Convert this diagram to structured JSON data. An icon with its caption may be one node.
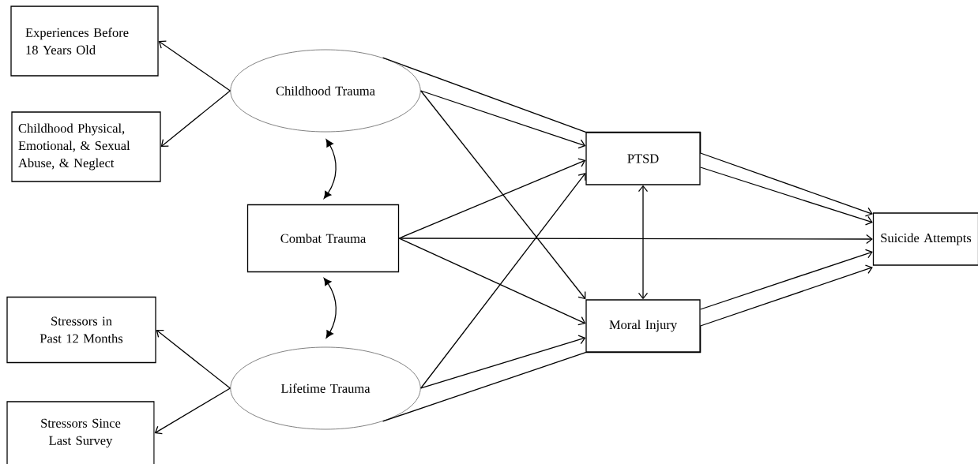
{
  "diagram": {
    "nodes": [
      {
        "text": [
          "Experiences Before 18 Years Old"
        ]
      },
      {
        "text": [
          "Childhood Physical, Emotional, & Sexual Abuse, & Neglect"
        ]
      },
      {
        "text": [
          "Childhood Trauma"
        ]
      },
      {
        "text": [
          "Combat Trauma"
        ]
      },
      {
        "text": [
          "Stressors in Past 12 Months"
        ]
      },
      {
        "text": [
          "Stressors Since Last Survey"
        ]
      },
      {
        "text": [
          "Lifetime Trauma"
        ]
      },
      {
        "text": [
          "PTSD"
        ]
      },
      {
        "text": [
          "Moral Injury"
        ]
      },
      {
        "text": [
          "Suicide Attempts"
        ]
      }
    ],
    "edges": [
      {
        "from": 2,
        "to": 0,
        "arrow": "to"
      },
      {
        "from": 2,
        "to": 1,
        "arrow": "to"
      },
      {
        "from": 2,
        "to": 3,
        "arrow": "both"
      },
      {
        "from": 3,
        "to": 6,
        "arrow": "both"
      },
      {
        "from": 6,
        "to": 4,
        "arrow": "to"
      },
      {
        "from": 6,
        "to": 5,
        "arrow": "to"
      },
      {
        "from": 2,
        "to": 9,
        "arrow": "to"
      },
      {
        "from": 2,
        "to": 7,
        "arrow": "to"
      },
      {
        "from": 2,
        "to": 8,
        "arrow": "to"
      },
      {
        "from": 3,
        "to": 7,
        "arrow": "to"
      },
      {
        "from": 3,
        "to": 9,
        "arrow": "to"
      },
      {
        "from": 3,
        "to": 8,
        "arrow": "to"
      },
      {
        "from": 6,
        "to": 7,
        "arrow": "to"
      },
      {
        "from": 6,
        "to": 8,
        "arrow": "to"
      },
      {
        "from": 6,
        "to": 9,
        "arrow": "to"
      },
      {
        "from": 7,
        "to": 8,
        "arrow": "both"
      },
      {
        "from": 7,
        "to": 9,
        "arrow": "to"
      },
      {
        "from": 8,
        "to": 9,
        "arrow": "to"
      }
    ]
  }
}
